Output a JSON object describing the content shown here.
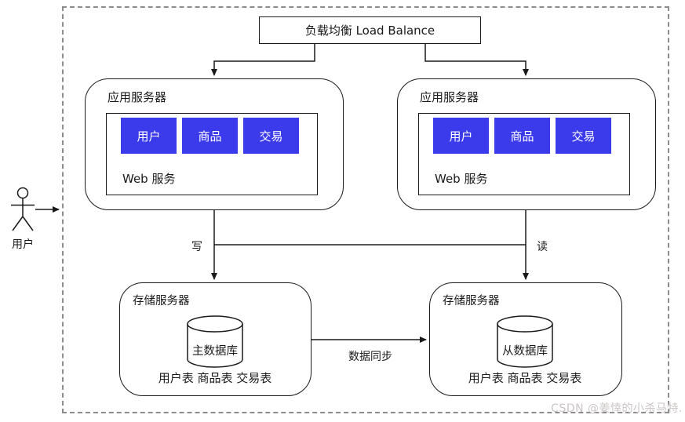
{
  "colors": {
    "service_box": "#3b3bec",
    "line": "#1a1a1a",
    "boundary_dash": "#8c8c8c",
    "watermark": "#cbc5c5"
  },
  "actor": {
    "label": "用户"
  },
  "load_balancer": {
    "label": "负载均衡 Load Balance"
  },
  "app_servers": [
    {
      "title": "应用服务器",
      "web_label": "Web 服务",
      "services": [
        "用户",
        "商品",
        "交易"
      ]
    },
    {
      "title": "应用服务器",
      "web_label": "Web 服务",
      "services": [
        "用户",
        "商品",
        "交易"
      ]
    }
  ],
  "storage_servers": [
    {
      "title": "存储服务器",
      "database": "主数据库",
      "tables": "用户表 商品表 交易表"
    },
    {
      "title": "存储服务器",
      "database": "从数据库",
      "tables": "用户表 商品表 交易表"
    }
  ],
  "edges": {
    "write": "写",
    "read": "读",
    "sync": "数据同步"
  },
  "watermark": "CSDN @姜悻的小杀马特."
}
